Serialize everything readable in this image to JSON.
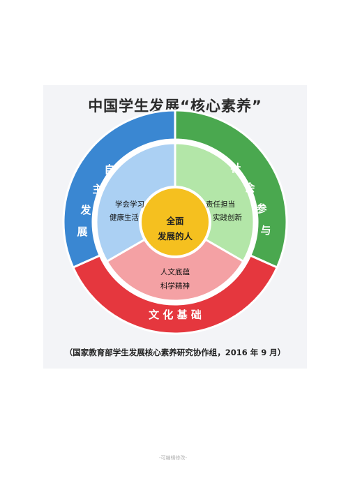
{
  "title": "中国学生发展“核心素养”",
  "outer_ring": {
    "left": [
      "自",
      "主",
      "发",
      "展"
    ],
    "right": [
      "社",
      "会",
      "参",
      "与"
    ],
    "bottom": "文 化 基 础"
  },
  "inner": {
    "left_lines": [
      "学会学习",
      "健康生活"
    ],
    "right_lines": [
      "责任担当",
      "实践创新"
    ],
    "bottom_lines": [
      "人文底蕴",
      "科学精神"
    ]
  },
  "center": [
    "全面",
    "发展的人"
  ],
  "caption": "（国家教育部学生发展核心素养研究协作组，2016 年 9 月）",
  "footer": "-可编辑修改-",
  "colors": {
    "blue_outer": "#3a87d2",
    "green_outer": "#4aa84f",
    "red_outer": "#e5373e",
    "blue_inner": "#abd0f3",
    "green_inner": "#b3e6a8",
    "red_inner": "#f4a1a4",
    "center": "#f5c01f",
    "center_ring": "#ffffff"
  }
}
